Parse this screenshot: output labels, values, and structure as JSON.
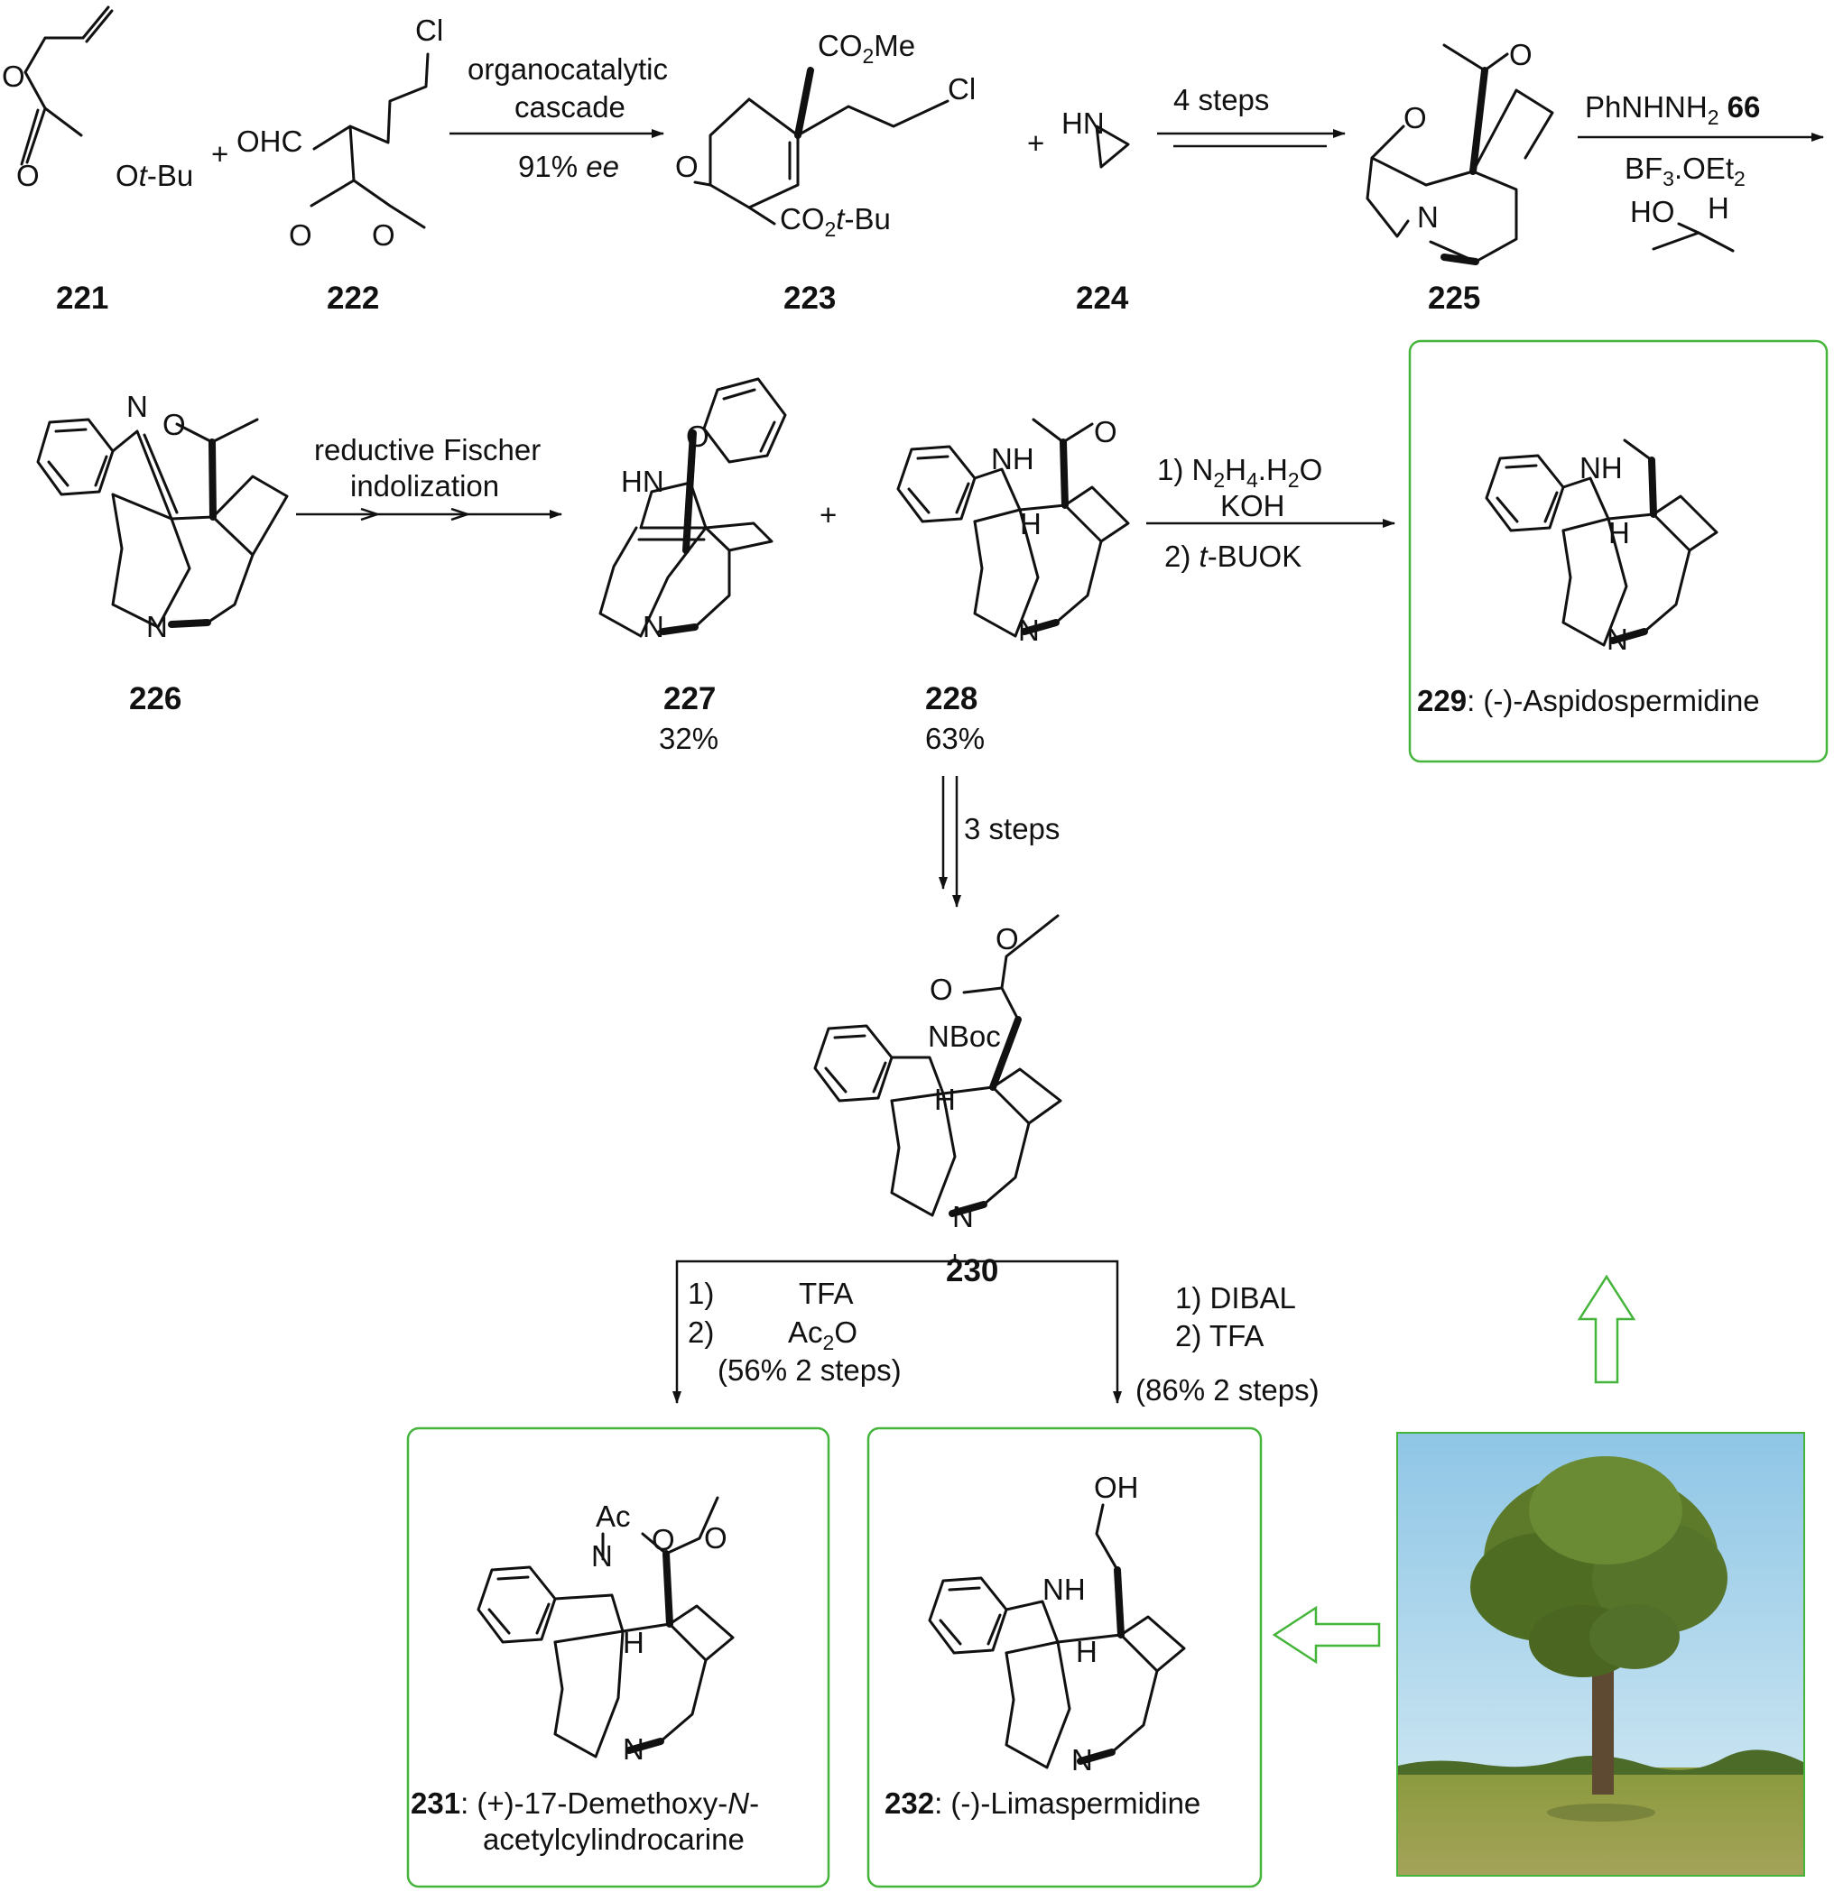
{
  "compounds": {
    "c221": "221",
    "c222": "222",
    "c223": "223",
    "c224": "224",
    "c225": "225",
    "c226": "226",
    "c227": "227",
    "c228": "228",
    "c230": "230"
  },
  "yields": {
    "y227": "32%",
    "y228": "63%"
  },
  "reagents": {
    "step1_line1": "organocatalytic",
    "step1_line2": "cascade",
    "step1_ee_value": "91% ",
    "step1_ee_unit": "ee",
    "step2": "4 steps",
    "step3_line1": "PhNHNH",
    "step3_sub": "2",
    "step3_num": " 66",
    "step3_line2": "BF",
    "step3_line2_sub": "3",
    "step3_line2_rest": ".OEt",
    "step3_line2_sub2": "2",
    "step4_line1": "reductive Fischer",
    "step4_line2": "indolization",
    "step5_line1_a": "1) N",
    "step5_line1_sub1": "2",
    "step5_line1_b": "H",
    "step5_line1_sub2": "4",
    "step5_line1_c": ".H",
    "step5_line1_sub3": "2",
    "step5_line1_d": "O",
    "step5_line2": "KOH",
    "step5_line3_a": "2)  ",
    "step5_line3_b": "t",
    "step5_line3_c": "-BUOK",
    "step6": "3 steps",
    "left_1": "1)",
    "left_1r": "TFA",
    "left_2": "2)",
    "left_2r_a": "Ac",
    "left_2r_sub": "2",
    "left_2r_b": "O",
    "left_yield": "(56% 2 steps)",
    "right_1": "1) DIBAL",
    "right_2": "2)  TFA",
    "right_yield": "(86% 2 steps)"
  },
  "atoms": {
    "cl": "Cl",
    "o": "O",
    "ot": "O",
    "tbu": "t",
    "tbu2": "-Bu",
    "plus": "+",
    "ohc": "OHC",
    "co2me_a": "CO",
    "co2me_sub": "2",
    "co2me_b": "Me",
    "co2tbu_a": "CO",
    "co2tbu_sub": "2",
    "co2tbu_b": "t",
    "co2tbu_c": "-Bu",
    "hn": "HN",
    "n": "N",
    "nh": "NH",
    "h": "H",
    "nboc": "NBoc",
    "ac": "Ac",
    "oh": "OH",
    "ho": "HO"
  },
  "boxes": {
    "b229_num": "229",
    "b229_name": ": (-)-Aspidospermidine",
    "b231_num": "231",
    "b231_name_a": ": (+)-17-Demethoxy-",
    "b231_name_b": "N",
    "b231_name_c": "-",
    "b231_name_line2": "acetylcylindrocarine",
    "b232_num": "232",
    "b232_name": ": (-)-Limaspermidine"
  },
  "colors": {
    "frame": "#44b53a",
    "sky": "#a9d4ea",
    "grass": "#9aa84a",
    "foliage": "#5c7a2a"
  }
}
